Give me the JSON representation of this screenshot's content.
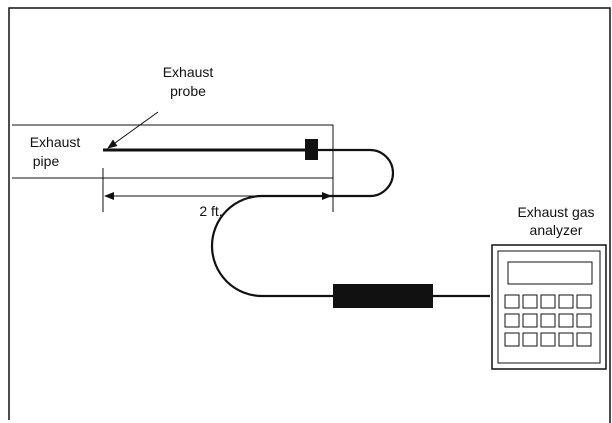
{
  "labels": {
    "probe_line1": "Exhaust",
    "probe_line2": "probe",
    "pipe_line1": "Exhaust",
    "pipe_line2": "pipe",
    "dimension": "2 ft.",
    "analyzer_line1": "Exhaust gas",
    "analyzer_line2": "analyzer"
  },
  "keypad": {
    "rows": 3,
    "cols": 5
  },
  "colors": {
    "ink": "#111111",
    "background": "#ffffff"
  }
}
